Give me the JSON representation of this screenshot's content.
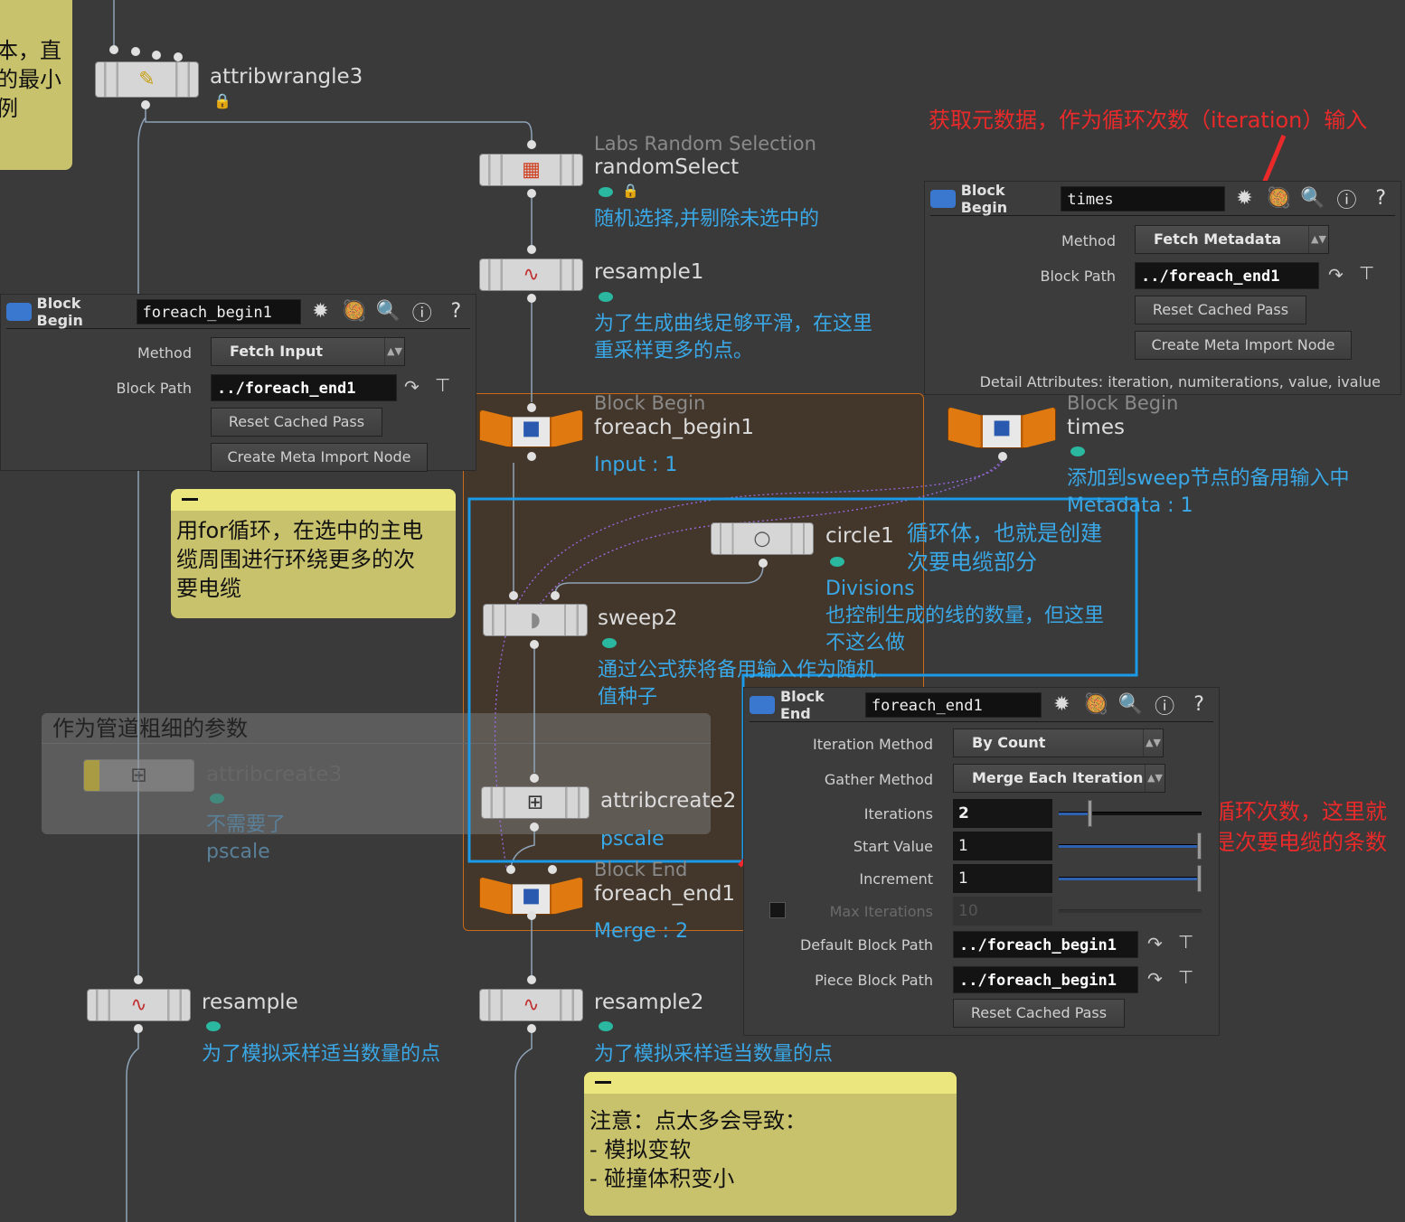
{
  "colors": {
    "background": "#3a3a3a",
    "comment": "#3aa8e6",
    "annotation_red": "#ea2a2a",
    "loop_box_border": "#c86a1a",
    "highlight_orange": "#f07a20",
    "selection_blue": "#1a9ae8",
    "note_yellow": "#c9c26c"
  },
  "notes": {
    "top_left": [
      "本，直",
      "的最小",
      "例"
    ],
    "loop": [
      "用for循环，在选中的主电",
      "缆周围进行环绕更多的次",
      "要电缆"
    ],
    "bottom": [
      "注意：点太多会导致：",
      "- 模拟变软",
      "- 碰撞体积变小"
    ]
  },
  "netbox_gray": {
    "title": "作为管道粗细的参数"
  },
  "nodes": {
    "attribwrangle3": {
      "name": "attribwrangle3"
    },
    "randomSelect": {
      "type": "Labs Random Selection",
      "name": "randomSelect",
      "comment": "随机选择,并剔除未选中的"
    },
    "resample1": {
      "name": "resample1",
      "comment": [
        "为了生成曲线足够平滑，在这里",
        "重采样更多的点。"
      ]
    },
    "foreach_begin1": {
      "type": "Block Begin",
      "name": "foreach_begin1",
      "info": "Input : 1"
    },
    "times": {
      "type": "Block Begin",
      "name": "times",
      "comment": "添加到sweep节点的备用输入中",
      "info": "Metadata : 1"
    },
    "circle1": {
      "name": "circle1",
      "comment": [
        "循环体，也就是创建",
        "次要电缆部分"
      ],
      "info": "Divisions",
      "note": [
        "也控制生成的线的数量，但这里",
        "不这么做"
      ]
    },
    "sweep2": {
      "name": "sweep2",
      "comment": [
        "通过公式获将备用输入作为随机",
        "值种子"
      ]
    },
    "attribcreate3": {
      "name": "attribcreate3",
      "comment": "不需要了",
      "info": "pscale"
    },
    "attribcreate2": {
      "name": "attribcreate2",
      "info": "pscale"
    },
    "foreach_end1": {
      "type": "Block End",
      "name": "foreach_end1",
      "info": "Merge : 2"
    },
    "resample": {
      "name": "resample",
      "comment": "为了模拟采样适当数量的点"
    },
    "resample2": {
      "name": "resample2",
      "comment": "为了模拟采样适当数量的点"
    }
  },
  "annotations": {
    "top": "获取元数据，作为循环次数（iteration）输入",
    "right": [
      "循环次数，这里就",
      "是次要电缆的条数"
    ]
  },
  "panel_begin_left": {
    "type": "Block Begin",
    "name": "foreach_begin1",
    "method_label": "Method",
    "method": "Fetch Input",
    "block_path_label": "Block Path",
    "block_path": "../foreach_end1",
    "reset": "Reset Cached Pass",
    "create_meta": "Create Meta Import Node"
  },
  "panel_begin_times": {
    "type": "Block Begin",
    "name": "times",
    "method_label": "Method",
    "method": "Fetch Metadata",
    "block_path_label": "Block Path",
    "block_path": "../foreach_end1",
    "reset": "Reset Cached Pass",
    "create_meta": "Create Meta Import Node",
    "detail": "Detail Attributes:  iteration, numiterations, value, ivalue"
  },
  "panel_end": {
    "type": "Block End",
    "name": "foreach_end1",
    "iter_method_label": "Iteration Method",
    "iter_method": "By Count",
    "gather_label": "Gather Method",
    "gather": "Merge Each Iteration",
    "iterations_label": "Iterations",
    "iterations": "2",
    "start_label": "Start Value",
    "start": "1",
    "increment_label": "Increment",
    "increment": "1",
    "max_label": "Max Iterations",
    "max": "10",
    "max_enabled": false,
    "default_path_label": "Default Block Path",
    "default_path": "../foreach_begin1",
    "piece_path_label": "Piece Block Path",
    "piece_path": "../foreach_begin1",
    "reset": "Reset Cached Pass"
  },
  "icons": {
    "gear": "gear-icon",
    "wok": "wok-icon",
    "search": "search-icon",
    "info": "info-icon",
    "help": "help-icon",
    "jump": "jump-arrow-icon",
    "pick": "node-picker-icon"
  }
}
